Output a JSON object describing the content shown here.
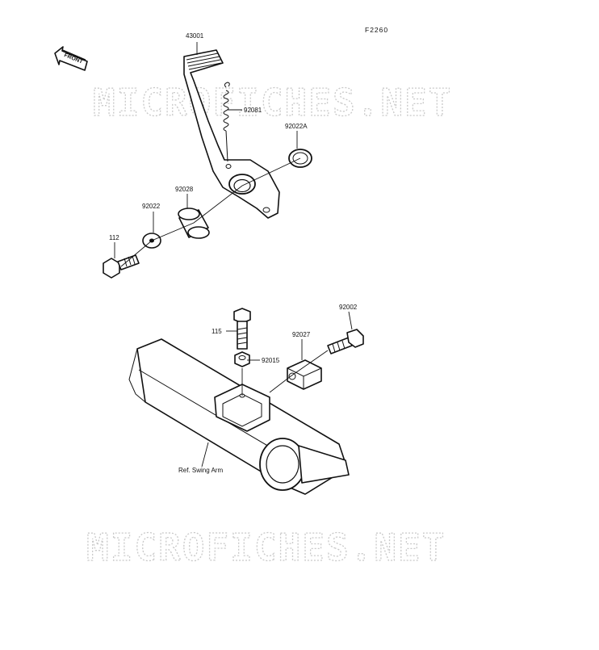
{
  "diagram": {
    "figure_code": "F2260",
    "front_label": "FRONT",
    "watermark": "MICROFICHES.NET",
    "callouts": {
      "pedal": "43001",
      "spring": "92081",
      "washer_a": "92022A",
      "collar": "92028",
      "washer": "92022",
      "bolt": "112",
      "bolt_115": "115",
      "nut": "92015",
      "block": "92027",
      "bolt_92002": "92002",
      "swing_arm": "Ref. Swing Arm"
    }
  }
}
